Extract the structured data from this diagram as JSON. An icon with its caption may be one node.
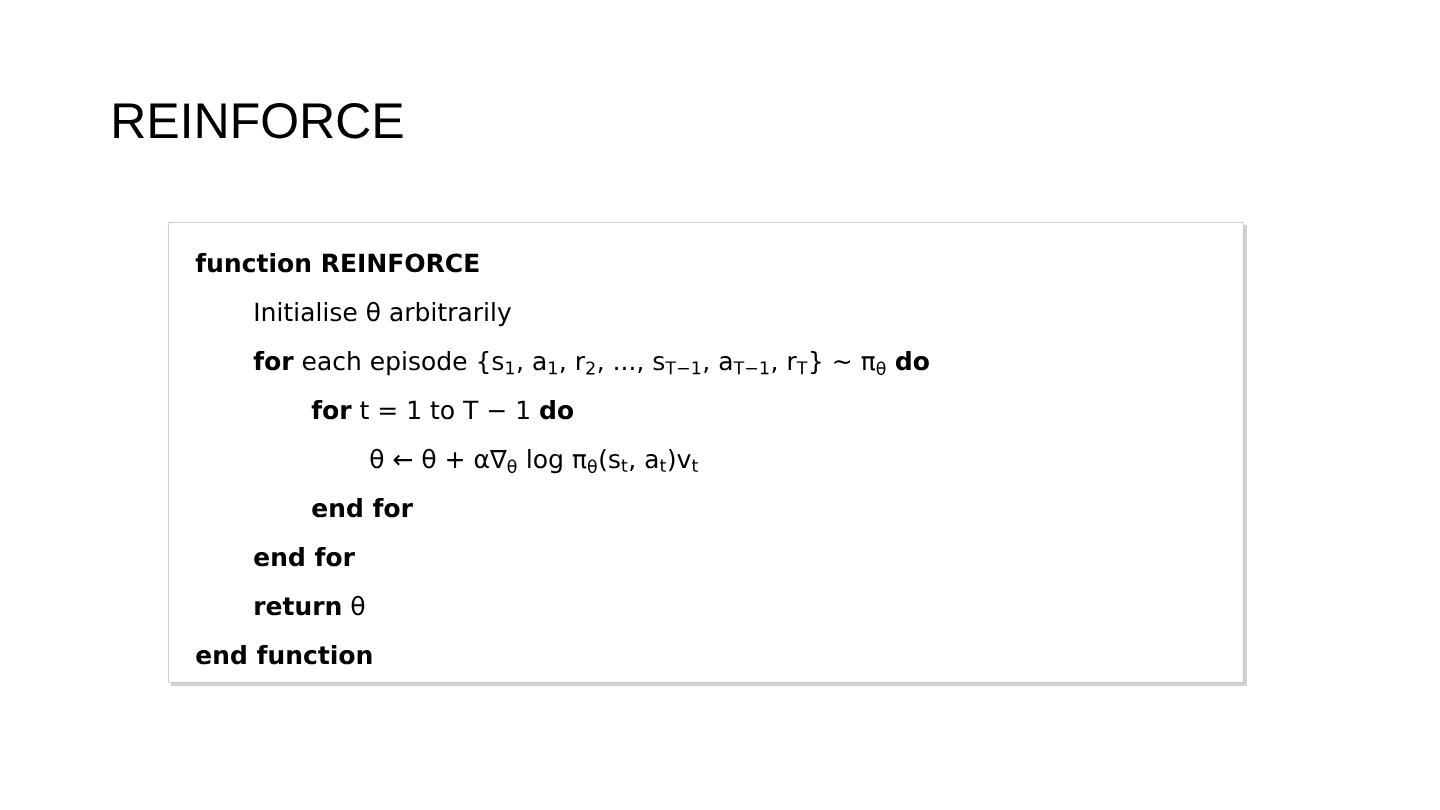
{
  "diagram": {
    "title": "REINFORCE",
    "nodes": [
      {
        "text": [
          "**function REINFORCE**",
          "Initialise θ arbitrarily",
          "**for** each episode {s$_{1}$, a$_{1}$, r$_{2}$, ..., s$_{T−1}$, a$_{T−1}$, r$_{T}$} ∼ π$_{θ}$ **do**",
          "**for** t = 1 to T − 1 **do**",
          "θ ← θ + α∇$_{θ}$ log π$_{θ}$(s$_{t}$, a$_{t}$)v$_{t}$",
          "**end for**",
          "**end for**",
          "**return** θ",
          "**end function**"
        ]
      }
    ]
  }
}
